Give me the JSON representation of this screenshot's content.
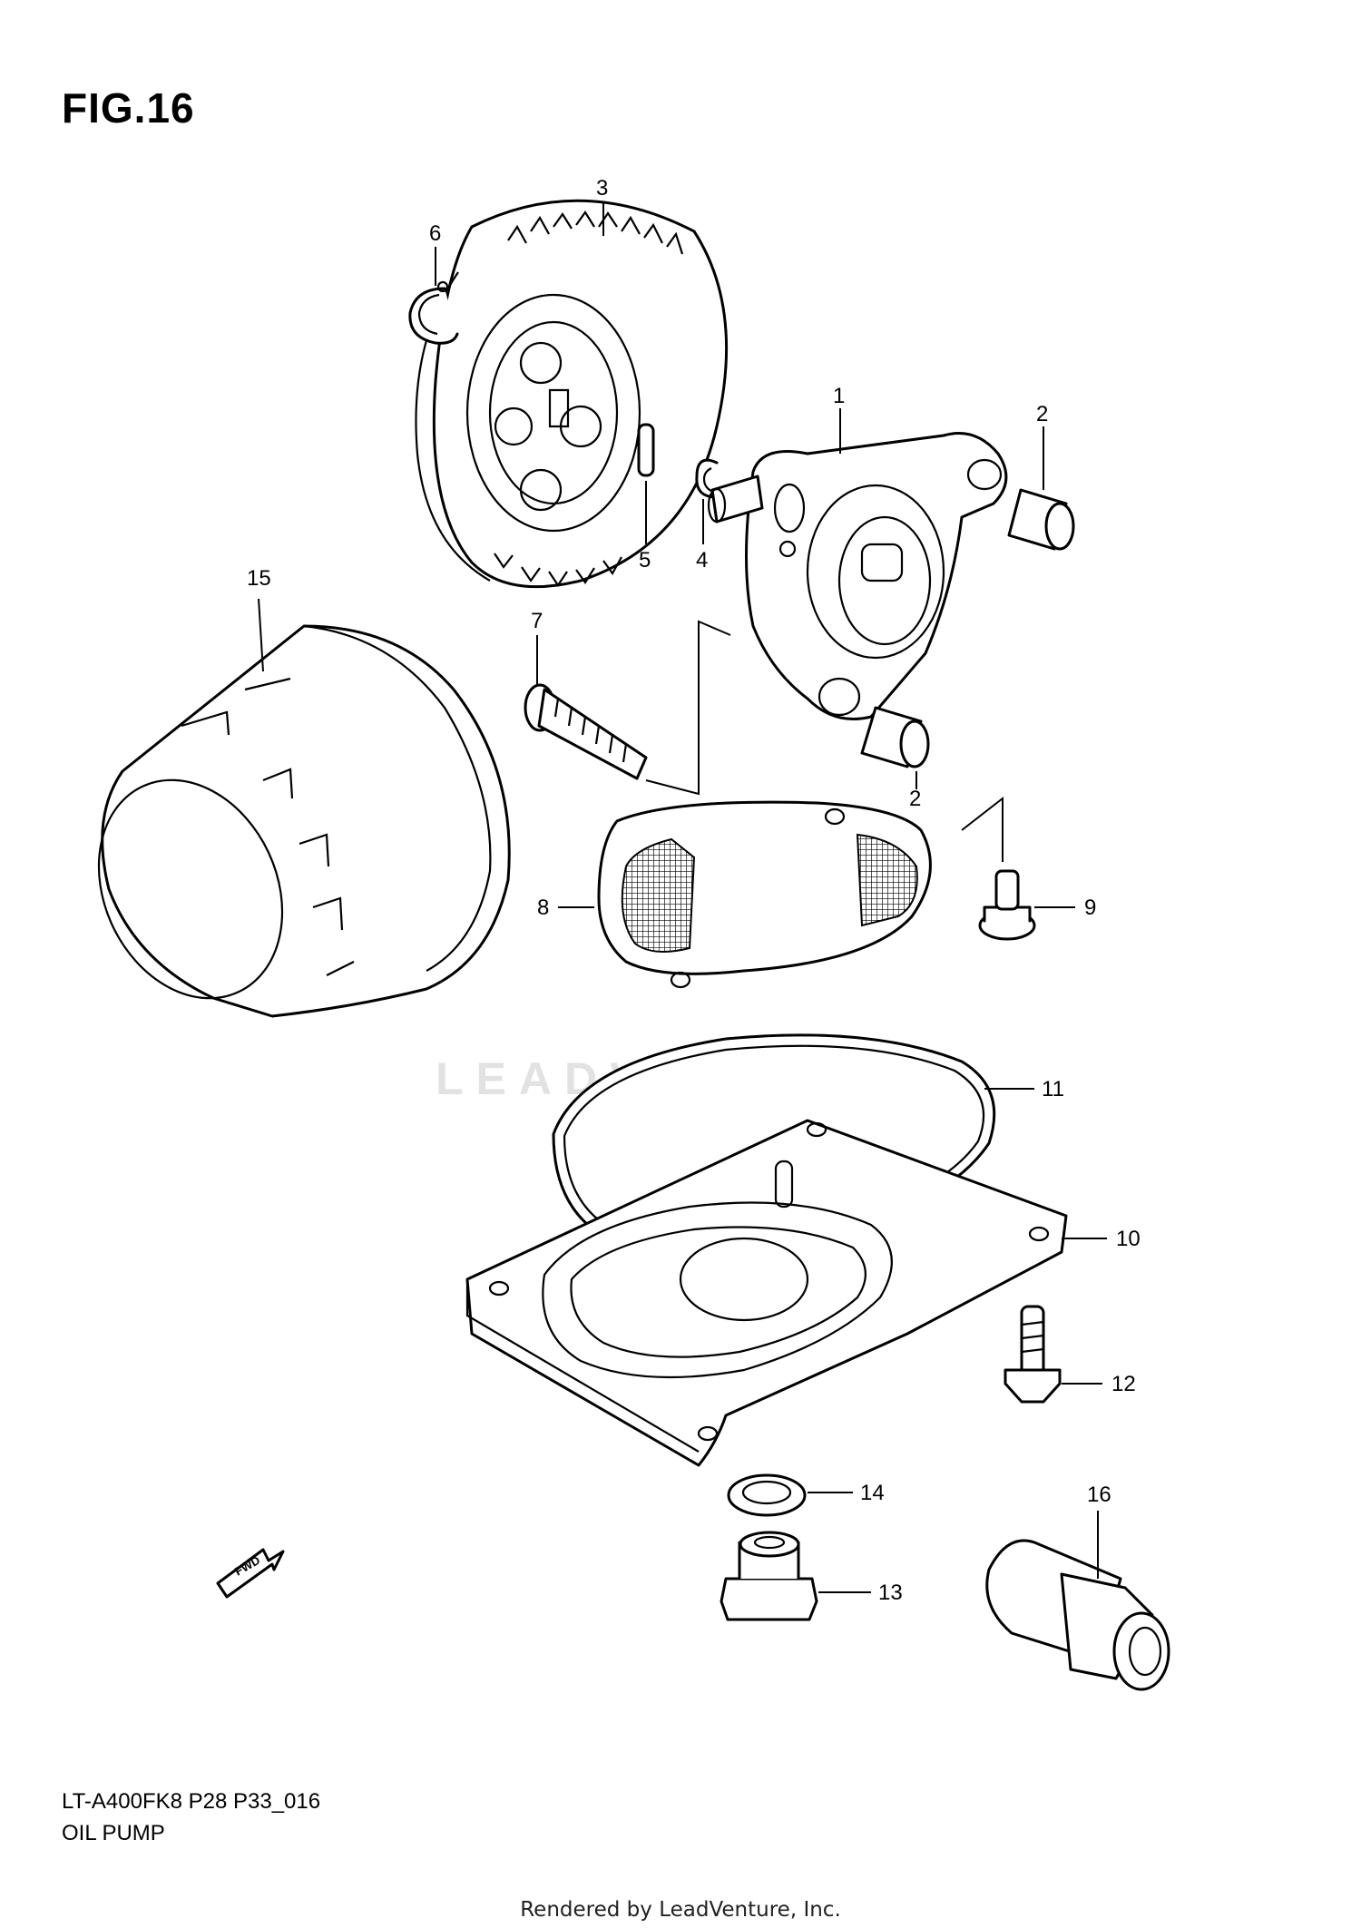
{
  "figure": {
    "title": "FIG.16",
    "model_code": "LT-A400FK8 P28 P33_016",
    "section_name": "OIL PUMP",
    "render_credit": "Rendered by LeadVenture, Inc.",
    "watermark": "LEADVENTURE",
    "fwd_arrow_label": "FWD"
  },
  "callouts": [
    {
      "id": "c1",
      "number": "1"
    },
    {
      "id": "c2a",
      "number": "2"
    },
    {
      "id": "c2b",
      "number": "2"
    },
    {
      "id": "c3",
      "number": "3"
    },
    {
      "id": "c4",
      "number": "4"
    },
    {
      "id": "c5",
      "number": "5"
    },
    {
      "id": "c6",
      "number": "6"
    },
    {
      "id": "c7",
      "number": "7"
    },
    {
      "id": "c8",
      "number": "8"
    },
    {
      "id": "c9",
      "number": "9"
    },
    {
      "id": "c10",
      "number": "10"
    },
    {
      "id": "c11",
      "number": "11"
    },
    {
      "id": "c12",
      "number": "12"
    },
    {
      "id": "c13",
      "number": "13"
    },
    {
      "id": "c14",
      "number": "14"
    },
    {
      "id": "c15",
      "number": "15"
    },
    {
      "id": "c16",
      "number": "16"
    }
  ]
}
